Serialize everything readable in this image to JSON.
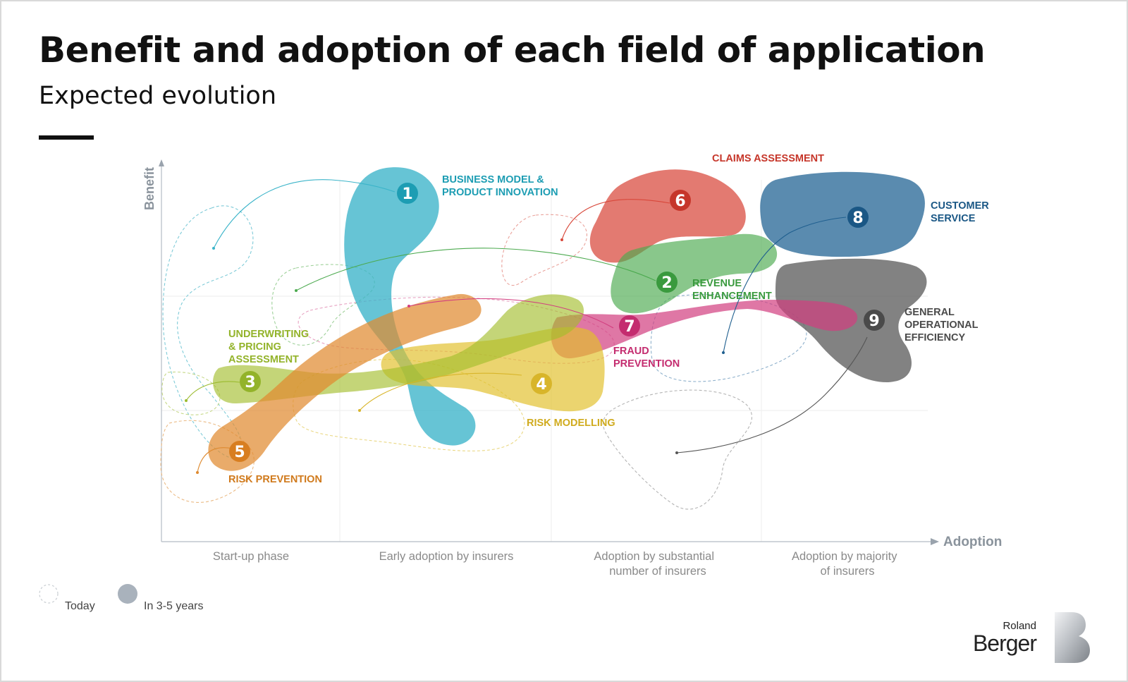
{
  "title": "Benefit and adoption of each field of application",
  "subtitle": "Expected evolution",
  "chart_data": {
    "type": "scatter",
    "ylabel": "Benefit",
    "xlabel": "Adoption",
    "x_categories": [
      "Start-up phase",
      "Early adoption by insurers",
      "Adoption by substantial number of insurers",
      "Adoption by majority of insurers"
    ],
    "legend": {
      "today": "Today",
      "future": "In 3-5 years"
    },
    "fields": [
      {
        "id": "1",
        "name": "BUSINESS MODEL & PRODUCT INNOVATION",
        "color": "#3bb4c9"
      },
      {
        "id": "2",
        "name": "REVENUE ENHANCEMENT",
        "color": "#4caa4f"
      },
      {
        "id": "3",
        "name": "UNDERWRITING & PRICING ASSESSMENT",
        "color": "#9bbb2e"
      },
      {
        "id": "4",
        "name": "RISK MODELLING",
        "color": "#e0c12f"
      },
      {
        "id": "5",
        "name": "RISK PREVENTION",
        "color": "#de8a30"
      },
      {
        "id": "6",
        "name": "CLAIMS ASSESSMENT",
        "color": "#d8473a"
      },
      {
        "id": "7",
        "name": "FRAUD PREVENTION",
        "color": "#d23d7f"
      },
      {
        "id": "8",
        "name": "CUSTOMER SERVICE",
        "color": "#1f5f8f"
      },
      {
        "id": "9",
        "name": "GENERAL OPERATIONAL EFFICIENCY",
        "color": "#5a5a5a"
      }
    ]
  },
  "labels": {
    "f1": [
      "BUSINESS MODEL &",
      "PRODUCT INNOVATION"
    ],
    "f2": [
      "REVENUE",
      "ENHANCEMENT"
    ],
    "f3": [
      "UNDERWRITING",
      "& PRICING",
      "ASSESSMENT"
    ],
    "f4": [
      "RISK MODELLING"
    ],
    "f5": [
      "RISK PREVENTION"
    ],
    "f6": [
      "CLAIMS ASSESSMENT"
    ],
    "f7": [
      "FRAUD",
      "PREVENTION"
    ],
    "f8": [
      "CUSTOMER",
      "SERVICE"
    ],
    "f9": [
      "GENERAL",
      "OPERATIONAL",
      "EFFICIENCY"
    ],
    "x0": [
      "Start-up phase"
    ],
    "x1": [
      "Early adoption by insurers"
    ],
    "x2": [
      "Adoption by substantial",
      "number of insurers"
    ],
    "x3": [
      "Adoption by majority",
      "of insurers"
    ]
  },
  "logo": {
    "roland": "Roland",
    "berger": "Berger"
  }
}
